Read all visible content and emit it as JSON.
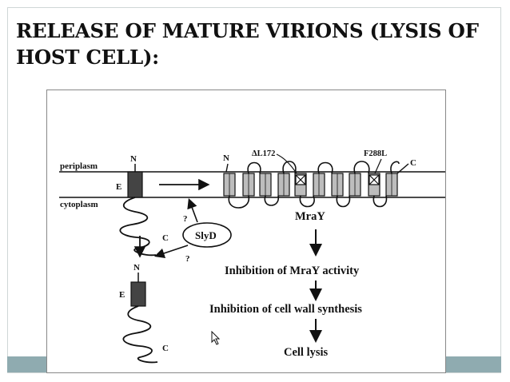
{
  "slide": {
    "title": "RELEASE OF MATURE VIRIONS (LYSIS OF HOST CELL):"
  },
  "diagram": {
    "periplasm_label": "periplasm",
    "cytoplasm_label": "cytoplasm",
    "n_label_1": "N",
    "e_label_1": "E",
    "c_label_1": "C",
    "n_label_2": "N",
    "e_label_2": "E",
    "c_label_2": "C",
    "q_mark_1": "?",
    "q_mark_2": "?",
    "slyd_label": "SlyD",
    "n_label_mray": "N",
    "c_label_mray": "C",
    "deletion_label": "ΔL172",
    "mutation_label": "F288L",
    "mray_label": "MraY",
    "step1": "Inhibition of MraY activity",
    "step2": "Inhibition of cell wall synthesis",
    "step3": "Cell lysis"
  },
  "colors": {
    "band": "#8fabb0",
    "ink": "#111111",
    "helix_fill": "#bdbdbd",
    "e_box_fill": "#444444"
  }
}
